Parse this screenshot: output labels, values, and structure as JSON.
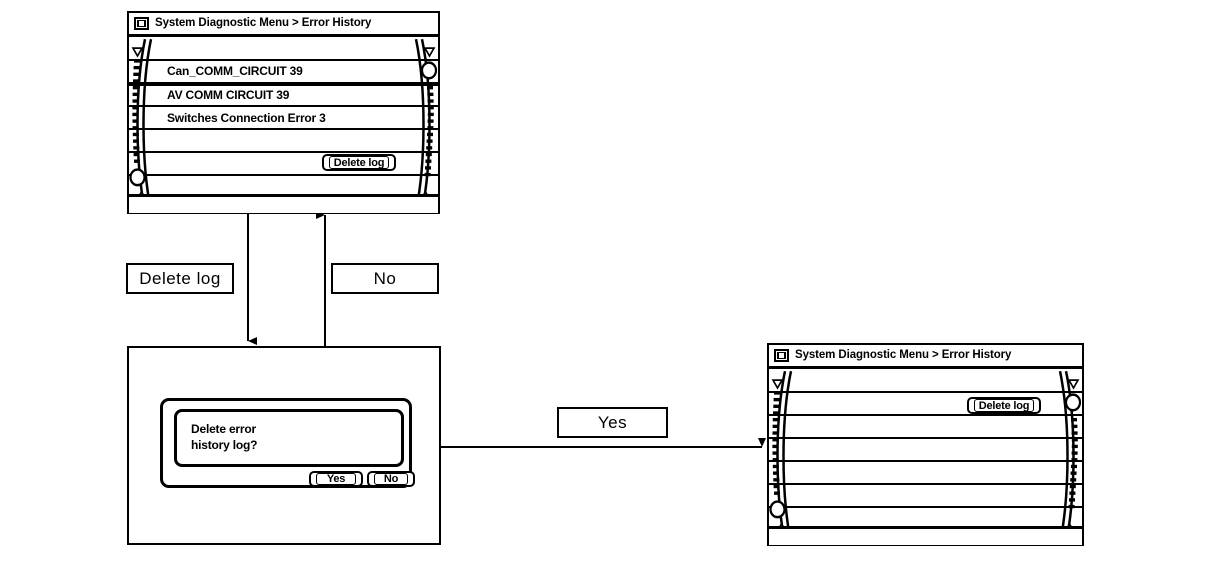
{
  "diagram": {
    "type": "ui-flow",
    "title_icon": "diagnostic-screen-icon"
  },
  "screen_error_history": {
    "title": "System Diagnostic Menu > Error History",
    "icon": "diagnostic-screen-icon",
    "items": [
      {
        "label": "Can_COMM_CIRCUIT 39"
      },
      {
        "label": "AV COMM CIRCUIT 39"
      },
      {
        "label": "Switches Connection Error 3"
      }
    ],
    "delete_button": "Delete log"
  },
  "screen_error_history_empty": {
    "title": "System Diagnostic Menu > Error History",
    "icon": "diagnostic-screen-icon",
    "items": [],
    "delete_button": "Delete log"
  },
  "dialog": {
    "message_line1": "Delete error",
    "message_line2": "history log?",
    "buttons": [
      {
        "label": "Yes"
      },
      {
        "label": "No"
      }
    ]
  },
  "transitions": [
    {
      "label": "Delete log",
      "direction": "down"
    },
    {
      "label": "No",
      "direction": "up"
    },
    {
      "label": "Yes",
      "direction": "right"
    }
  ],
  "colors": {
    "ink": "#000000",
    "paper": "#ffffff"
  }
}
